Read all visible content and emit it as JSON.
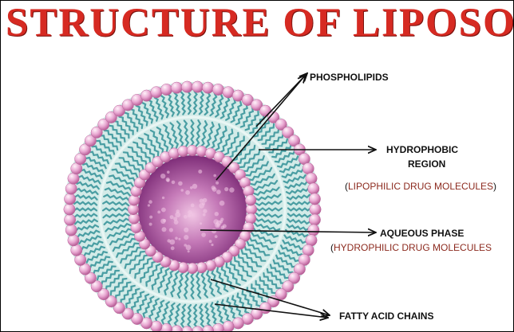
{
  "title": "STRUCTURE OF LIPOSOME",
  "labels": {
    "phospholipids": "PHOSPHOLIPIDS",
    "hydrophobic_line1": "HYDROPHOBIC",
    "hydrophobic_line2": "REGION",
    "lipophilic": "LIPOPHILIC DRUG MOLECULES",
    "aqueous": "AQUEOUS PHASE",
    "hydrophilic": "HYDROPHILIC DRUG MOLECULES",
    "fatty_acid": "FATTY ACID CHAINS"
  },
  "colors": {
    "title": "#d62a22",
    "head_group": "#e7a3cf",
    "tail_chain": "#4a9ea3",
    "aqueous_core": "#a8479c",
    "drug_text": "#8c2a1e"
  }
}
